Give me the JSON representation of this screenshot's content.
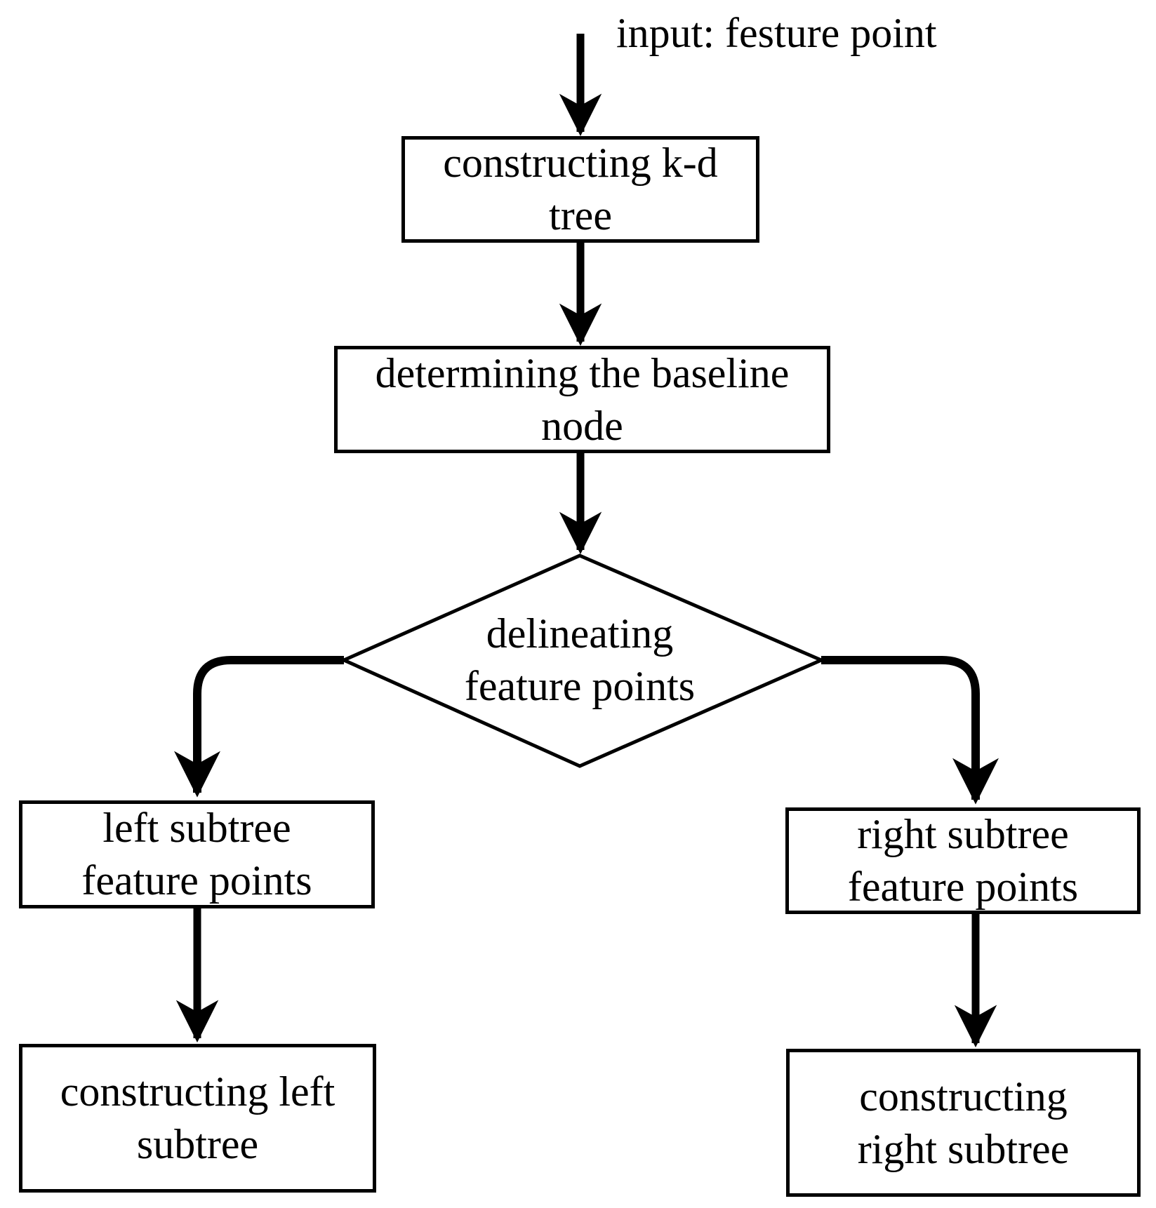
{
  "figure": {
    "type": "flowchart",
    "background": "#ffffff",
    "line_color": "#000000",
    "input_label": "input: festure point",
    "nodes": {
      "constructing_kd_tree": [
        "constructing k-d",
        "tree"
      ],
      "determining_baseline": [
        "determining the baseline",
        "node"
      ],
      "delineating_decision": [
        "delineating",
        "feature points"
      ],
      "left_subtree_points": [
        "left subtree",
        "feature points"
      ],
      "right_subtree_points": [
        "right subtree",
        "feature points"
      ],
      "constructing_left": [
        "constructing left",
        "subtree"
      ],
      "constructing_right": [
        "constructing",
        "right subtree"
      ]
    },
    "edges": [
      {
        "from": "input",
        "to": "constructing_kd_tree"
      },
      {
        "from": "constructing_kd_tree",
        "to": "determining_baseline"
      },
      {
        "from": "determining_baseline",
        "to": "delineating_decision"
      },
      {
        "from": "delineating_decision",
        "to": "left_subtree_points"
      },
      {
        "from": "delineating_decision",
        "to": "right_subtree_points"
      },
      {
        "from": "left_subtree_points",
        "to": "constructing_left"
      },
      {
        "from": "right_subtree_points",
        "to": "constructing_right"
      }
    ]
  }
}
